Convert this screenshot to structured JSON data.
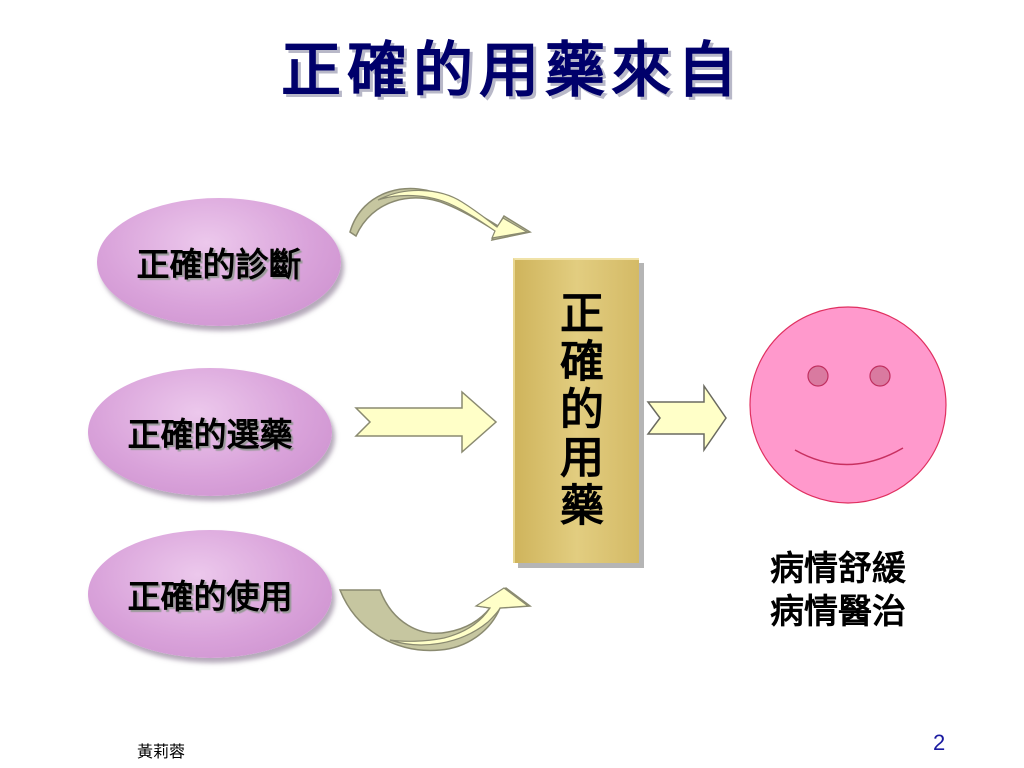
{
  "title": "正確的用藥來自",
  "inputs": [
    {
      "label": "正確的診斷"
    },
    {
      "label": "正確的選藥"
    },
    {
      "label": "正確的使用"
    }
  ],
  "center_box": {
    "label": "正確的用藥"
  },
  "result": {
    "line1": "病情舒緩",
    "line2": "病情醫治"
  },
  "footer": {
    "author": "黃莉蓉",
    "page_number": "2"
  },
  "colors": {
    "title": "#00006b",
    "ellipse": "#d9a2da",
    "arrow_fill": "#ffffc8",
    "box": "#d8c070",
    "face": "#ff99cc",
    "page_number": "#1a1aa0"
  }
}
